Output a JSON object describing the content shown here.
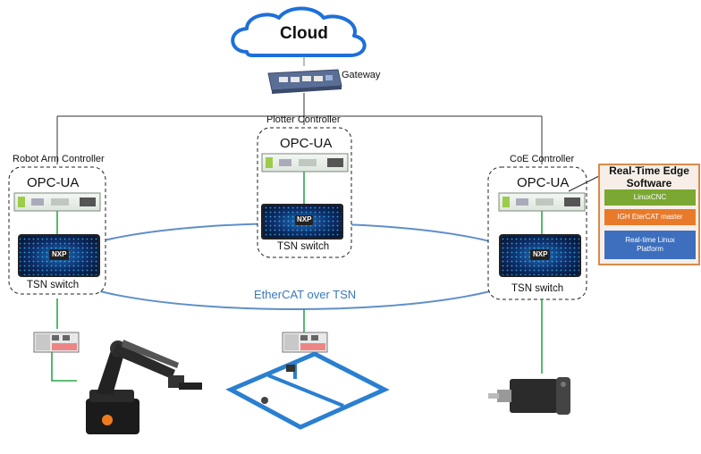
{
  "cloud": {
    "label": "Cloud"
  },
  "gateway": {
    "label": "Gateway"
  },
  "controllers": {
    "plotter": {
      "title": "Plotter Controller",
      "opc": "OPC-UA",
      "switch": "TSN switch"
    },
    "robot": {
      "title": "Robot Arm Controller",
      "opc": "OPC-UA",
      "switch": "TSN switch"
    },
    "coe": {
      "title": "CoE Controller",
      "opc": "OPC-UA",
      "switch": "TSN switch"
    }
  },
  "ethercat": {
    "label": "EtherCAT over TSN"
  },
  "chip_logo": "NXP",
  "rte": {
    "title_line1": "Real-Time Edge",
    "title_line2": "Software",
    "items": [
      {
        "label": "LinuxCNC",
        "color": "#7aa832"
      },
      {
        "label": "IGH EterCAT master",
        "color": "#e87a2a"
      },
      {
        "label_line1": "Real-time Linux",
        "label_line2": "Platform",
        "color": "#3d6fbe"
      }
    ]
  },
  "colors": {
    "cloud_stroke": "#1e6fd9",
    "ring": "#5f8fc9",
    "green_link": "#2aa84a",
    "rte_border": "#d98a4a"
  }
}
